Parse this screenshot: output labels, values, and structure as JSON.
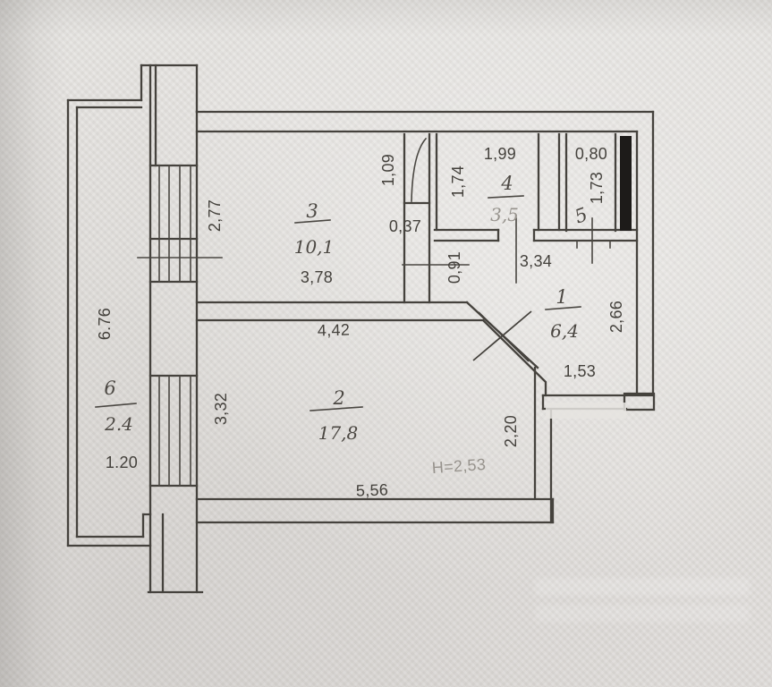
{
  "page": {
    "type": "scanned apartment floor plan"
  },
  "colors": {
    "paper": "#e3e1de",
    "ink": "#45423d",
    "faded_ink": "#97938d",
    "wall_fill": "#1d1b19"
  },
  "rooms": {
    "r1": {
      "number": "1",
      "area": "6,4"
    },
    "r2": {
      "number": "2",
      "area": "17,8"
    },
    "r3": {
      "number": "3",
      "area": "10,1"
    },
    "r4": {
      "number": "4",
      "area": "3,5"
    },
    "r5": {
      "number": "5"
    },
    "r6": {
      "number": "6",
      "area": "2.4"
    }
  },
  "dimensions": {
    "r3_left": "2,77",
    "r3_bottom": "3,78",
    "r3_door_width": "1,09",
    "r3_stub": "0,37",
    "r4_top": "1,99",
    "r4_left": "1,74",
    "r5_top": "0,80",
    "r5_side": "1,73",
    "r1_top": "3,34",
    "r1_left": "0,91",
    "r1_right": "2,66",
    "r1_bottom": "1,53",
    "r2_top": "4,42",
    "r2_left": "3,32",
    "r2_right": "2,20",
    "r2_bottom": "5,56",
    "ceiling_height": "H=2,53",
    "r6_side": "6.76",
    "r6_bottom": "1.20"
  }
}
